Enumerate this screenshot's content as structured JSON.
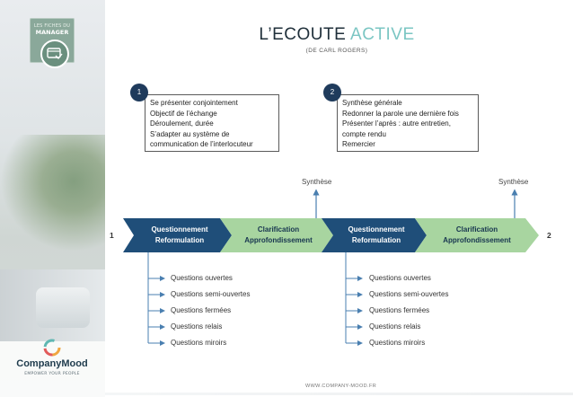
{
  "badge": {
    "small": "LES FICHES DU",
    "main": "MANAGER"
  },
  "logo": {
    "name": "CompanyMood",
    "tagline": "EMPOWER YOUR PEOPLE"
  },
  "header": {
    "title_main": "L’ECOUTE",
    "title_accent": "ACTIVE",
    "subtitle": "(DE CARL ROGERS)"
  },
  "steps": [
    {
      "number": "1",
      "lines": [
        "Se présenter conjointement",
        "Objectif de l’échange",
        "Déroulement, durée",
        "S’adapter au système de",
        "communication de l’interlocuteur"
      ]
    },
    {
      "number": "2",
      "lines": [
        "Synthèse générale",
        "Redonner la parole une dernière fois",
        "Présenter l’après : autre entretien,",
        "compte rendu",
        "Remercier"
      ]
    }
  ],
  "band": {
    "start_label": "1",
    "end_label": "2",
    "segments": [
      {
        "line1": "Questionnement",
        "line2": "Reformulation"
      },
      {
        "line1": "Clarification",
        "line2": "Approfondissement"
      },
      {
        "line1": "Questionnement",
        "line2": "Reformulation"
      },
      {
        "line1": "Clarification",
        "line2": "Approfondissement"
      }
    ],
    "synthesis_labels": [
      "Synthèse",
      "Synthèse"
    ]
  },
  "questions_left": [
    "Questions ouvertes",
    "Questions semi-ouvertes",
    "Questions fermées",
    "Questions relais",
    "Questions miroirs"
  ],
  "questions_right": [
    "Questions ouvertes",
    "Questions semi-ouvertes",
    "Questions fermées",
    "Questions relais",
    "Questions miroirs"
  ],
  "footer": {
    "url": "WWW.COMPANY-MOOD.FR"
  },
  "colors": {
    "dark_segment": "#1f4e79",
    "light_segment": "#a8d5a0",
    "accent": "#7bc6c3",
    "connector": "#4a7fb0"
  }
}
